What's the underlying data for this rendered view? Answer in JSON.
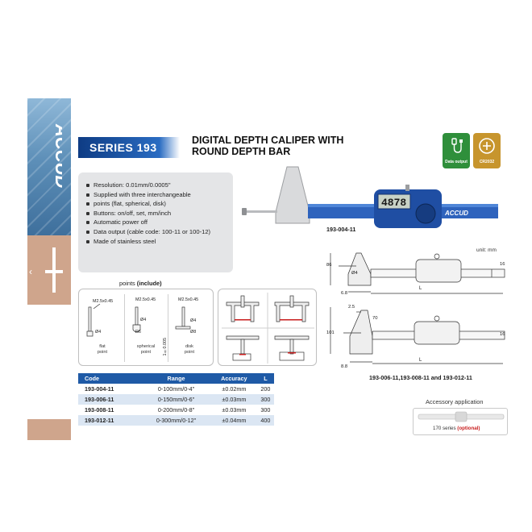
{
  "brand": {
    "logo_text": "ACCUD"
  },
  "header": {
    "series": "SERIES 193",
    "title_line1": "DIGITAL DEPTH CALIPER WITH",
    "title_line2": "ROUND DEPTH BAR"
  },
  "badges": [
    {
      "icon": "cable-icon",
      "label": "Data output",
      "color": "#2f8f3b"
    },
    {
      "icon": "battery-icon",
      "label": "CR2032",
      "color": "#c7952d"
    }
  ],
  "features": [
    "Resolution: 0.01mm/0.0005\"",
    "Supplied with three interchangeable",
    "points (flat, spherical, disk)",
    "Buttons: on/off, set, mm/inch",
    "Automatic power off",
    "Data output (cable code: 100-11 or 100-12)",
    "Made of stainless steel"
  ],
  "photo": {
    "display_value": "4878",
    "brand_on_tool": "ACCUD",
    "label": "193-004-11"
  },
  "drawings": {
    "unit": "unit: mm",
    "d1": {
      "h": "86",
      "dia": "Ø4",
      "w": "6.8",
      "l": "L",
      "right": "16"
    },
    "d2": {
      "h": "101",
      "top": "2.5",
      "mid": "70",
      "w": "8.8",
      "l": "L",
      "right": "16"
    },
    "label2": "193-006-11,193-008-11 and 193-012-11"
  },
  "points": {
    "title_prefix": "points ",
    "title_bold": "(include)",
    "flat": {
      "thread": "M2.5x0.45",
      "dia": "Ø4",
      "label_line1": "flat",
      "label_line2": "point"
    },
    "spherical": {
      "thread": "M2.5x0.45",
      "dia": "Ø4",
      "radius": "R6",
      "label_line1": "spherical",
      "label_line2": "point"
    },
    "disk": {
      "thread": "M2.5x0.45",
      "dia1": "Ø4",
      "dia2": "Ø8",
      "thick": "1±0.005",
      "label_line1": "disk",
      "label_line2": "point"
    }
  },
  "table": {
    "headers": [
      "Code",
      "Range",
      "Accuracy",
      "L"
    ],
    "rows": [
      [
        "193-004-11",
        "0-100mm/0-4\"",
        "±0.02mm",
        "200"
      ],
      [
        "193-006-11",
        "0-150mm/0-6\"",
        "±0.03mm",
        "300"
      ],
      [
        "193-008-11",
        "0-200mm/0-8\"",
        "±0.03mm",
        "300"
      ],
      [
        "193-012-11",
        "0-300mm/0-12\"",
        "±0.04mm",
        "400"
      ]
    ]
  },
  "accessory": {
    "title": "Accessory application",
    "caption": "170 series ",
    "optional": "(optional)"
  },
  "colors": {
    "brand_blue": "#1f5aa6",
    "header_dark_blue": "#0e3c84",
    "row_tint": "#dbe6f3",
    "optional_red": "#c81d1d"
  }
}
